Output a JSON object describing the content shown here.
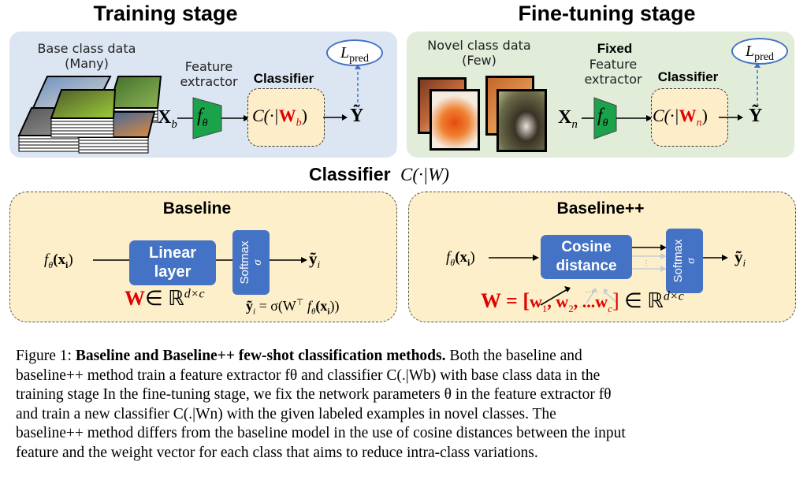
{
  "training": {
    "title": "Training stage",
    "data_label_line1": "Base class data",
    "data_label_line2": "(Many)",
    "feature_label_line1": "Feature",
    "feature_label_line2": "extractor",
    "classifier_label": "Classifier",
    "input_symbol": "X",
    "input_sub": "b",
    "f_symbol": "f",
    "f_sub": "θ",
    "classifier_expr_prefix": "C(·|",
    "classifier_W": "W",
    "classifier_W_sub": "b",
    "classifier_expr_suffix": ")",
    "output_symbol": "Ỹ",
    "loss_symbol": "L",
    "loss_sub": "pred"
  },
  "finetuning": {
    "title": "Fine-tuning stage",
    "data_label_line1": "Novel class data",
    "data_label_line2": "(Few)",
    "fixed_label": "Fixed",
    "feature_label_line1": "Feature",
    "feature_label_line2": "extractor",
    "classifier_label": "Classifier",
    "input_symbol": "X",
    "input_sub": "n",
    "f_symbol": "f",
    "f_sub": "θ",
    "classifier_expr_prefix": "C(·|",
    "classifier_W": "W",
    "classifier_W_sub": "n",
    "classifier_expr_suffix": ")",
    "output_symbol": "Ỹ",
    "loss_symbol": "L",
    "loss_sub": "pred"
  },
  "classifier_section": {
    "title": "Classifier",
    "title_math": "C(·|W)"
  },
  "baseline": {
    "title": "Baseline",
    "input": "fθ(xi)",
    "input_f": "f",
    "input_sub": "θ",
    "input_arg": "(x",
    "input_arg_sub": "i",
    "input_close": ")",
    "block_line1": "Linear",
    "block_line2": "layer",
    "softmax_label": "Softmax",
    "sigma": "σ",
    "output": "ỹ",
    "output_sub": "i",
    "weight_W": "W",
    "weight_rest": "∈ ℝ",
    "weight_sup": "d×c",
    "formula": "ỹi = σ(W⊤ fθ(xi))",
    "formula_lhs": "ỹ",
    "formula_lhs_sub": "i",
    "formula_mid": " = σ(W",
    "formula_T": "⊤",
    "formula_f": " f",
    "formula_f_sub": "θ",
    "formula_arg": "(x",
    "formula_arg_sub": "i",
    "formula_close": "))"
  },
  "baselinepp": {
    "title": "Baseline++",
    "input_f": "f",
    "input_sub": "θ",
    "input_arg": "(x",
    "input_arg_sub": "i",
    "input_close": ")",
    "block_line1": "Cosine",
    "block_line2": "distance",
    "softmax_label": "Softmax",
    "sigma": "σ",
    "output": "ỹ",
    "output_sub": "i",
    "dots": "…",
    "weight_expr_W": "W = [",
    "w1": "w",
    "w1_sub": "1",
    "w2": ", w",
    "w2_sub": "2",
    "wc": ", ...w",
    "wc_sub": "c",
    "bracket_close": "]",
    "weight_rest": " ∈ ℝ",
    "weight_sup": "d×c"
  },
  "caption": {
    "prefix": "Figure 1: ",
    "bold": "Baseline and Baseline++ few-shot classification methods.",
    "line1_rest": " Both the baseline and",
    "line2": "baseline++ method train a feature extractor fθ and classifier C(.|Wb) with base class data in the",
    "line3": "training stage In the fine-tuning stage, we fix the network parameters θ in the feature extractor fθ",
    "line4": "and train a new classifier C(.|Wn) with the given labeled examples in novel classes. The",
    "line5": "baseline++ method differs from the baseline model in the use of cosine distances between the input",
    "line6": "feature and the weight vector for each class that aims to reduce intra-class variations."
  },
  "colors": {
    "training_bg": "#dce6f2",
    "finetune_bg": "#e1ecd9",
    "classifier_bg": "#fdedc9",
    "block_blue": "#4472c4",
    "extractor_green": "#1aa34a",
    "weight_red": "#e00000",
    "loss_blue": "#4472c4"
  }
}
